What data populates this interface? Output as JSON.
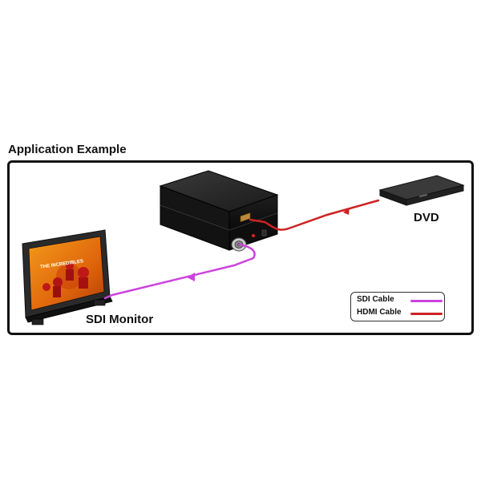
{
  "title": "Application Example",
  "devices": {
    "dvd_label": "DVD",
    "monitor_label": "SDI Monitor",
    "screen_title": "THE INCREDIBLES"
  },
  "legend": [
    {
      "label": "SDI Cable",
      "color": "#cc44dd"
    },
    {
      "label": "HDMI Cable",
      "color": "#cc2222"
    }
  ],
  "colors": {
    "sdi_cable": "#cc44dd",
    "hdmi_cable": "#cc2222",
    "frame": "#111111"
  }
}
